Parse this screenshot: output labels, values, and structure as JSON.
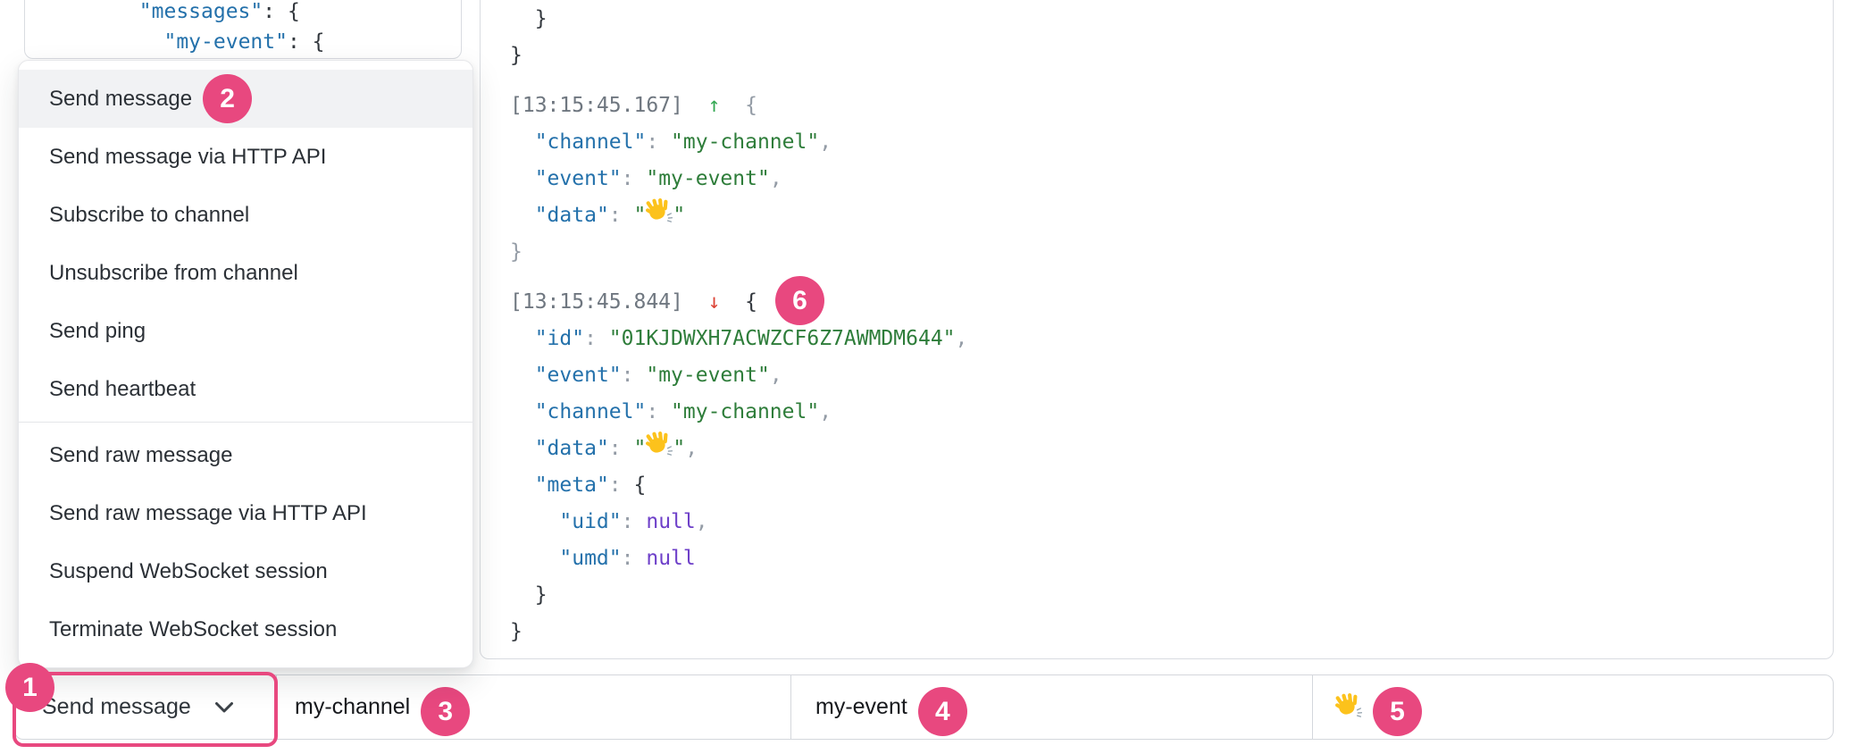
{
  "colors": {
    "accent_pink": "#e8487f",
    "key_blue": "#2471ab",
    "string_green": "#2e7d3a",
    "null_purple": "#6e40c9",
    "arrow_up_green": "#34a853",
    "arrow_down_red": "#dc4437",
    "timestamp_gray": "#6f7780",
    "panel_border": "#d9dce1"
  },
  "code_panel": {
    "lines": [
      [
        {
          "t": "        "
        },
        {
          "t": "\"messages\"",
          "c": "key"
        },
        {
          "t": ": {",
          "c": "dark"
        }
      ],
      [
        {
          "t": "          "
        },
        {
          "t": "\"my-event\"",
          "c": "key"
        },
        {
          "t": ": {",
          "c": "dark"
        }
      ]
    ]
  },
  "dropdown_menu": {
    "items": [
      {
        "label": "Send message",
        "highlighted": true,
        "badge": "2"
      },
      {
        "label": "Send message via HTTP API"
      },
      {
        "label": "Subscribe to channel"
      },
      {
        "label": "Unsubscribe from channel"
      },
      {
        "label": "Send ping"
      },
      {
        "label": "Send heartbeat"
      },
      {
        "divider": true
      },
      {
        "label": "Send raw message"
      },
      {
        "label": "Send raw message via HTTP API"
      },
      {
        "label": "Suspend WebSocket session"
      },
      {
        "label": "Terminate WebSocket session"
      }
    ]
  },
  "log": {
    "entries": [
      {
        "lines": [
          [
            {
              "t": "  }",
              "c": "dark"
            }
          ],
          [
            {
              "t": "}",
              "c": "dark"
            }
          ]
        ]
      },
      {
        "timestamp": "[13:15:45.167]",
        "direction": "outgoing",
        "lines": [
          [
            {
              "t": "[13:15:45.167]",
              "c": "ts"
            },
            {
              "t": "  "
            },
            {
              "t": "↑",
              "c": "up"
            },
            {
              "t": "  "
            },
            {
              "t": "{",
              "c": "gray"
            }
          ],
          [
            {
              "t": "  "
            },
            {
              "t": "\"channel\"",
              "c": "key"
            },
            {
              "t": ": ",
              "c": "gray"
            },
            {
              "t": "\"my-channel\"",
              "c": "str"
            },
            {
              "t": ",",
              "c": "gray"
            }
          ],
          [
            {
              "t": "  "
            },
            {
              "t": "\"event\"",
              "c": "key"
            },
            {
              "t": ": ",
              "c": "gray"
            },
            {
              "t": "\"my-event\"",
              "c": "str"
            },
            {
              "t": ",",
              "c": "gray"
            }
          ],
          [
            {
              "t": "  "
            },
            {
              "t": "\"data\"",
              "c": "key"
            },
            {
              "t": ": ",
              "c": "gray"
            },
            {
              "t": "\"",
              "c": "str"
            },
            {
              "icon": "wave"
            },
            {
              "t": "\"",
              "c": "str"
            }
          ],
          [
            {
              "t": "}",
              "c": "gray"
            }
          ]
        ]
      },
      {
        "timestamp": "[13:15:45.844]",
        "direction": "incoming",
        "lines": [
          [
            {
              "t": "[13:15:45.844]",
              "c": "ts"
            },
            {
              "t": "  "
            },
            {
              "t": "↓",
              "c": "down"
            },
            {
              "t": "  "
            },
            {
              "t": "{",
              "c": "dark"
            },
            {
              "badge": "6"
            }
          ],
          [
            {
              "t": "  "
            },
            {
              "t": "\"id\"",
              "c": "key"
            },
            {
              "t": ": ",
              "c": "gray"
            },
            {
              "t": "\"01KJDWXH7ACWZCF6Z7AWMDM644\"",
              "c": "str"
            },
            {
              "t": ",",
              "c": "gray"
            }
          ],
          [
            {
              "t": "  "
            },
            {
              "t": "\"event\"",
              "c": "key"
            },
            {
              "t": ": ",
              "c": "gray"
            },
            {
              "t": "\"my-event\"",
              "c": "str"
            },
            {
              "t": ",",
              "c": "gray"
            }
          ],
          [
            {
              "t": "  "
            },
            {
              "t": "\"channel\"",
              "c": "key"
            },
            {
              "t": ": ",
              "c": "gray"
            },
            {
              "t": "\"my-channel\"",
              "c": "str"
            },
            {
              "t": ",",
              "c": "gray"
            }
          ],
          [
            {
              "t": "  "
            },
            {
              "t": "\"data\"",
              "c": "key"
            },
            {
              "t": ": ",
              "c": "gray"
            },
            {
              "t": "\"",
              "c": "str"
            },
            {
              "icon": "wave"
            },
            {
              "t": "\"",
              "c": "str"
            },
            {
              "t": ",",
              "c": "gray"
            }
          ],
          [
            {
              "t": "  "
            },
            {
              "t": "\"meta\"",
              "c": "key"
            },
            {
              "t": ": ",
              "c": "gray"
            },
            {
              "t": "{",
              "c": "dark"
            }
          ],
          [
            {
              "t": "    "
            },
            {
              "t": "\"uid\"",
              "c": "key"
            },
            {
              "t": ": ",
              "c": "gray"
            },
            {
              "t": "null",
              "c": "null"
            },
            {
              "t": ",",
              "c": "gray"
            }
          ],
          [
            {
              "t": "    "
            },
            {
              "t": "\"umd\"",
              "c": "key"
            },
            {
              "t": ": ",
              "c": "gray"
            },
            {
              "t": "null",
              "c": "null"
            }
          ],
          [
            {
              "t": "  }",
              "c": "dark"
            }
          ],
          [
            {
              "t": "}",
              "c": "dark"
            }
          ]
        ]
      }
    ]
  },
  "toolbar": {
    "action_button": {
      "label": "Send message",
      "badge": "1"
    },
    "channel_input": {
      "value": "my-channel",
      "badge": "3"
    },
    "event_input": {
      "value": "my-event",
      "badge": "4"
    },
    "data_input": {
      "value": "👋",
      "icon": "wave",
      "badge": "5"
    }
  }
}
